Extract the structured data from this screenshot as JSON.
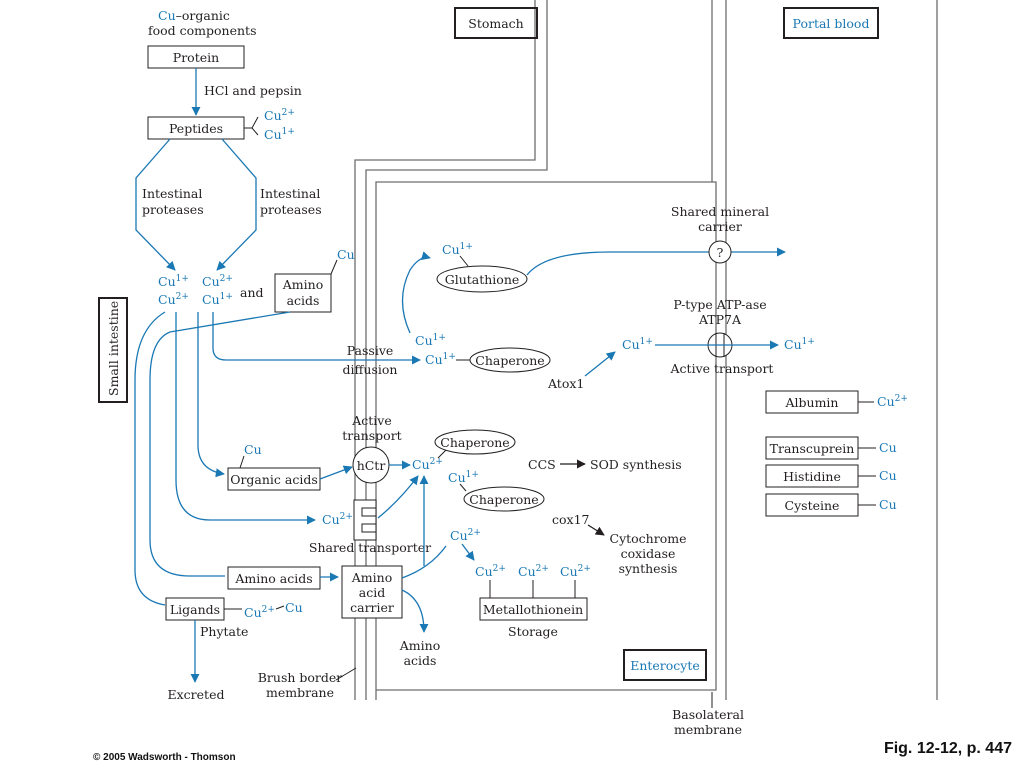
{
  "labels": {
    "cu_food_a": "Cu",
    "cu_food_b": "–organic",
    "cu_food_c": "food components",
    "protein": "Protein",
    "hcl": "HCl and pepsin",
    "peptides": "Peptides",
    "cu2": "Cu",
    "cu1": "Cu",
    "sup2": "2+",
    "sup1": "1+",
    "intestinal": "Intestinal",
    "proteases": "proteases",
    "and": "and",
    "amino": "Amino",
    "acids": "acids",
    "cu": "Cu",
    "small_intestine": "Small intestine",
    "stomach": "Stomach",
    "portal_blood": "Portal blood",
    "enterocyte": "Enterocyte",
    "glutathione": "Glutathione",
    "shared_mineral": "Shared mineral",
    "carrier": "carrier",
    "question": "?",
    "ptype": "P-type ATP-ase",
    "atp7a": "ATP7A",
    "passive": "Passive",
    "diffusion": "diffusion",
    "chaperone": "Chaperone",
    "atox1": "Atox1",
    "active_transport": "Active transport",
    "active": "Active",
    "transport": "transport",
    "hctr": "hCtr",
    "ccs": "CCS",
    "sod": "SOD synthesis",
    "organic_acids": "Organic acids",
    "shared_transporter": "Shared transporter",
    "cox17": "cox17",
    "cytochrome": "Cytochrome",
    "coxidase": "coxidase",
    "synthesis": "synthesis",
    "amino_acids": "Amino acids",
    "amino_acid_carrier_1": "Amino",
    "amino_acid_carrier_2": "acid",
    "amino_acid_carrier_3": "carrier",
    "metallothionein": "Metallothionein",
    "storage": "Storage",
    "ligands": "Ligands",
    "phytate": "Phytate",
    "excreted": "Excreted",
    "brush_border": "Brush border",
    "membrane": "membrane",
    "basolateral": "Basolateral",
    "albumin": "Albumin",
    "transcuprein": "Transcuprein",
    "histidine": "Histidine",
    "cysteine": "Cysteine"
  },
  "footer": {
    "copyright": "© 2005 Wadsworth - Thomson",
    "figure": "Fig. 12-12, p. 447"
  },
  "colors": {
    "copper": "#1a78b4",
    "ink": "#231f20",
    "membrane": "#6d6e70"
  }
}
